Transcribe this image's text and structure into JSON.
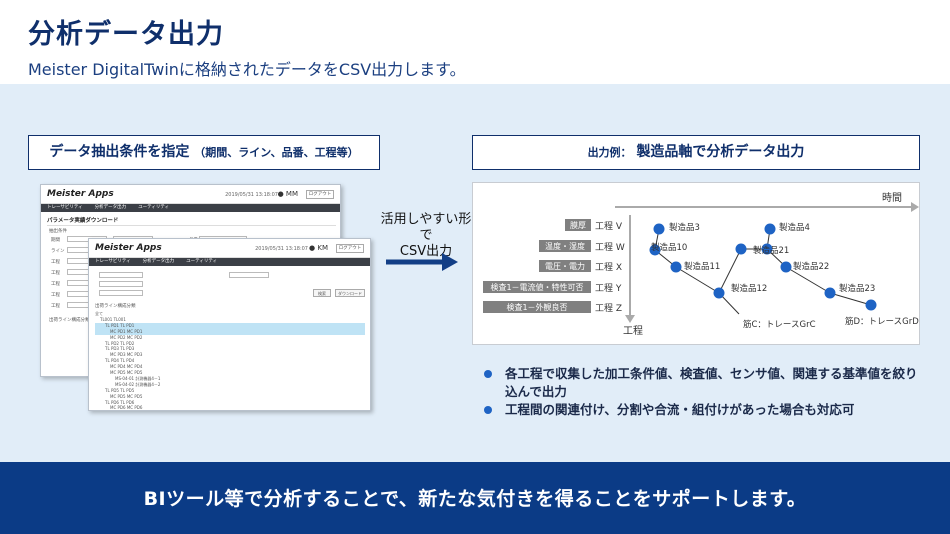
{
  "header": {
    "title": "分析データ出力",
    "subtitle": "Meister DigitalTwinに格納されたデータをCSV出力します。"
  },
  "left_box": {
    "label": "データ抽出条件を指定",
    "note": "（期間、ライン、品番、工程等）"
  },
  "right_box": {
    "prefix": "出力例：",
    "label": "製造品軸で分析データ出力"
  },
  "arrow_label": {
    "line1": "活用しやすい形で",
    "line2": "CSV出力"
  },
  "screenshot_back": {
    "logo": "Meister Apps",
    "date": "2019/05/31 13:18:07",
    "user": "MM",
    "logout": "ログアウト",
    "nav": [
      "トレーサビリティ",
      "分析データ出力",
      "ユーティリティ"
    ],
    "page_title": "パラメータ実績ダウンロード",
    "section": "抽出条件",
    "fields": [
      "期間",
      "ライン",
      "工程",
      "工程",
      "工程",
      "工程",
      "工程"
    ],
    "product_label": "品番",
    "tree_label": "出荷ライン構成分類"
  },
  "screenshot_front": {
    "logo": "Meister Apps",
    "date": "2019/05/31 13:18:07",
    "user": "KM",
    "logout": "ログアウト",
    "nav": [
      "トレーサビリティ",
      "分析データ出力",
      "ユーティリティ"
    ],
    "search_button": "検索",
    "download_button": "ダウンロード",
    "tree_label": "出荷ライン構成分類",
    "tree": [
      "全て",
      "TL001 TL001",
      "TL PD1 TL PD1",
      "MC PD1 MC PD1",
      "MC PD2 MC PD2",
      "TL PD2 TL PD2",
      "TL PD3 TL PD3",
      "MC PD3 MC PD3",
      "TL PD4 TL PD4",
      "MC PD4 MC PD4",
      "MC PD5 MC PD5",
      "MS-04-01 計測機器4－1",
      "MS-04-02 計測機器4－2",
      "TL PD5 TL PD5",
      "MC PD5 MC PD5",
      "TL PD6 TL PD6",
      "MC PD6 MC PD6"
    ]
  },
  "diagram": {
    "axis_x": "時間",
    "axis_y": "工程",
    "processes": [
      {
        "tag": "膜厚",
        "label": "工程 V"
      },
      {
        "tag": "温度・湿度",
        "label": "工程 W"
      },
      {
        "tag": "電圧・電力",
        "label": "工程 X"
      },
      {
        "tag": "検査1－電流値・特性可否",
        "label": "工程 Y"
      },
      {
        "tag": "検査1－外観良否",
        "label": "工程 Z"
      }
    ],
    "nodes": [
      "製造品3",
      "製造品4",
      "製造品10",
      "製造品21",
      "製造品11",
      "製造品22",
      "製造品12",
      "製造品23"
    ],
    "traces": [
      "筋C：トレースGrC",
      "筋D：トレースGrD"
    ],
    "colors": {
      "node": "#1e63c4",
      "tag": "#808080"
    }
  },
  "bullets": [
    "各工程で収集した加工条件値、検査値、センサ値、関連する基準値を絞り込んで出力",
    "工程間の関連付け、分割や合流・組付けがあった場合も対応可"
  ],
  "footer": {
    "text": "BIツール等で分析することで、新たな気付きを得ることをサポートします。"
  }
}
